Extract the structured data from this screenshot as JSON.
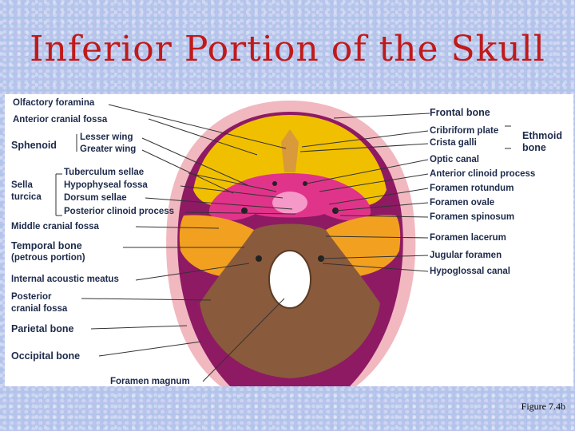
{
  "slide": {
    "title": "Inferior Portion of the Skull",
    "caption": "Figure 7.4b"
  },
  "labels_left": {
    "olfactory_foramina": "Olfactory foramina",
    "anterior_cranial_fossa": "Anterior cranial fossa",
    "sphenoid": "Sphenoid",
    "lesser_wing": "Lesser wing",
    "greater_wing": "Greater wing",
    "sella_turcica_1": "Sella",
    "sella_turcica_2": "turcica",
    "tuberculum_sellae": "Tuberculum sellae",
    "hypophyseal_fossa": "Hypophyseal fossa",
    "dorsum_sellae": "Dorsum sellae",
    "posterior_clinoid_process": "Posterior clinoid process",
    "middle_cranial_fossa": "Middle cranial fossa",
    "temporal_bone": "Temporal bone",
    "petrous_portion": "(petrous portion)",
    "internal_acoustic_meatus": "Internal acoustic meatus",
    "posterior_1": "Posterior",
    "posterior_2": "cranial fossa",
    "parietal_bone": "Parietal bone",
    "occipital_bone": "Occipital bone",
    "foramen_magnum": "Foramen magnum"
  },
  "labels_right": {
    "frontal_bone": "Frontal bone",
    "cribriform_plate": "Cribriform plate",
    "crista_galli": "Crista galli",
    "ethmoid_1": "Ethmoid",
    "ethmoid_2": "bone",
    "optic_canal": "Optic canal",
    "anterior_clinoid_process": "Anterior clinoid process",
    "foramen_rotundum": "Foramen rotundum",
    "foramen_ovale": "Foramen ovale",
    "foramen_spinosum": "Foramen spinosum",
    "foramen_lacerum": "Foramen lacerum",
    "jugular_foramen": "Jugular foramen",
    "hypoglossal_canal": "Hypoglossal canal"
  },
  "colors": {
    "title": "#c01a1a",
    "frontal": "#f0c000",
    "sphenoid": "#e0348a",
    "temporal": "#f2a020",
    "occipital": "#8a5a3c",
    "parietal": "#8e1a64",
    "scalp": "#f1b8c0"
  }
}
